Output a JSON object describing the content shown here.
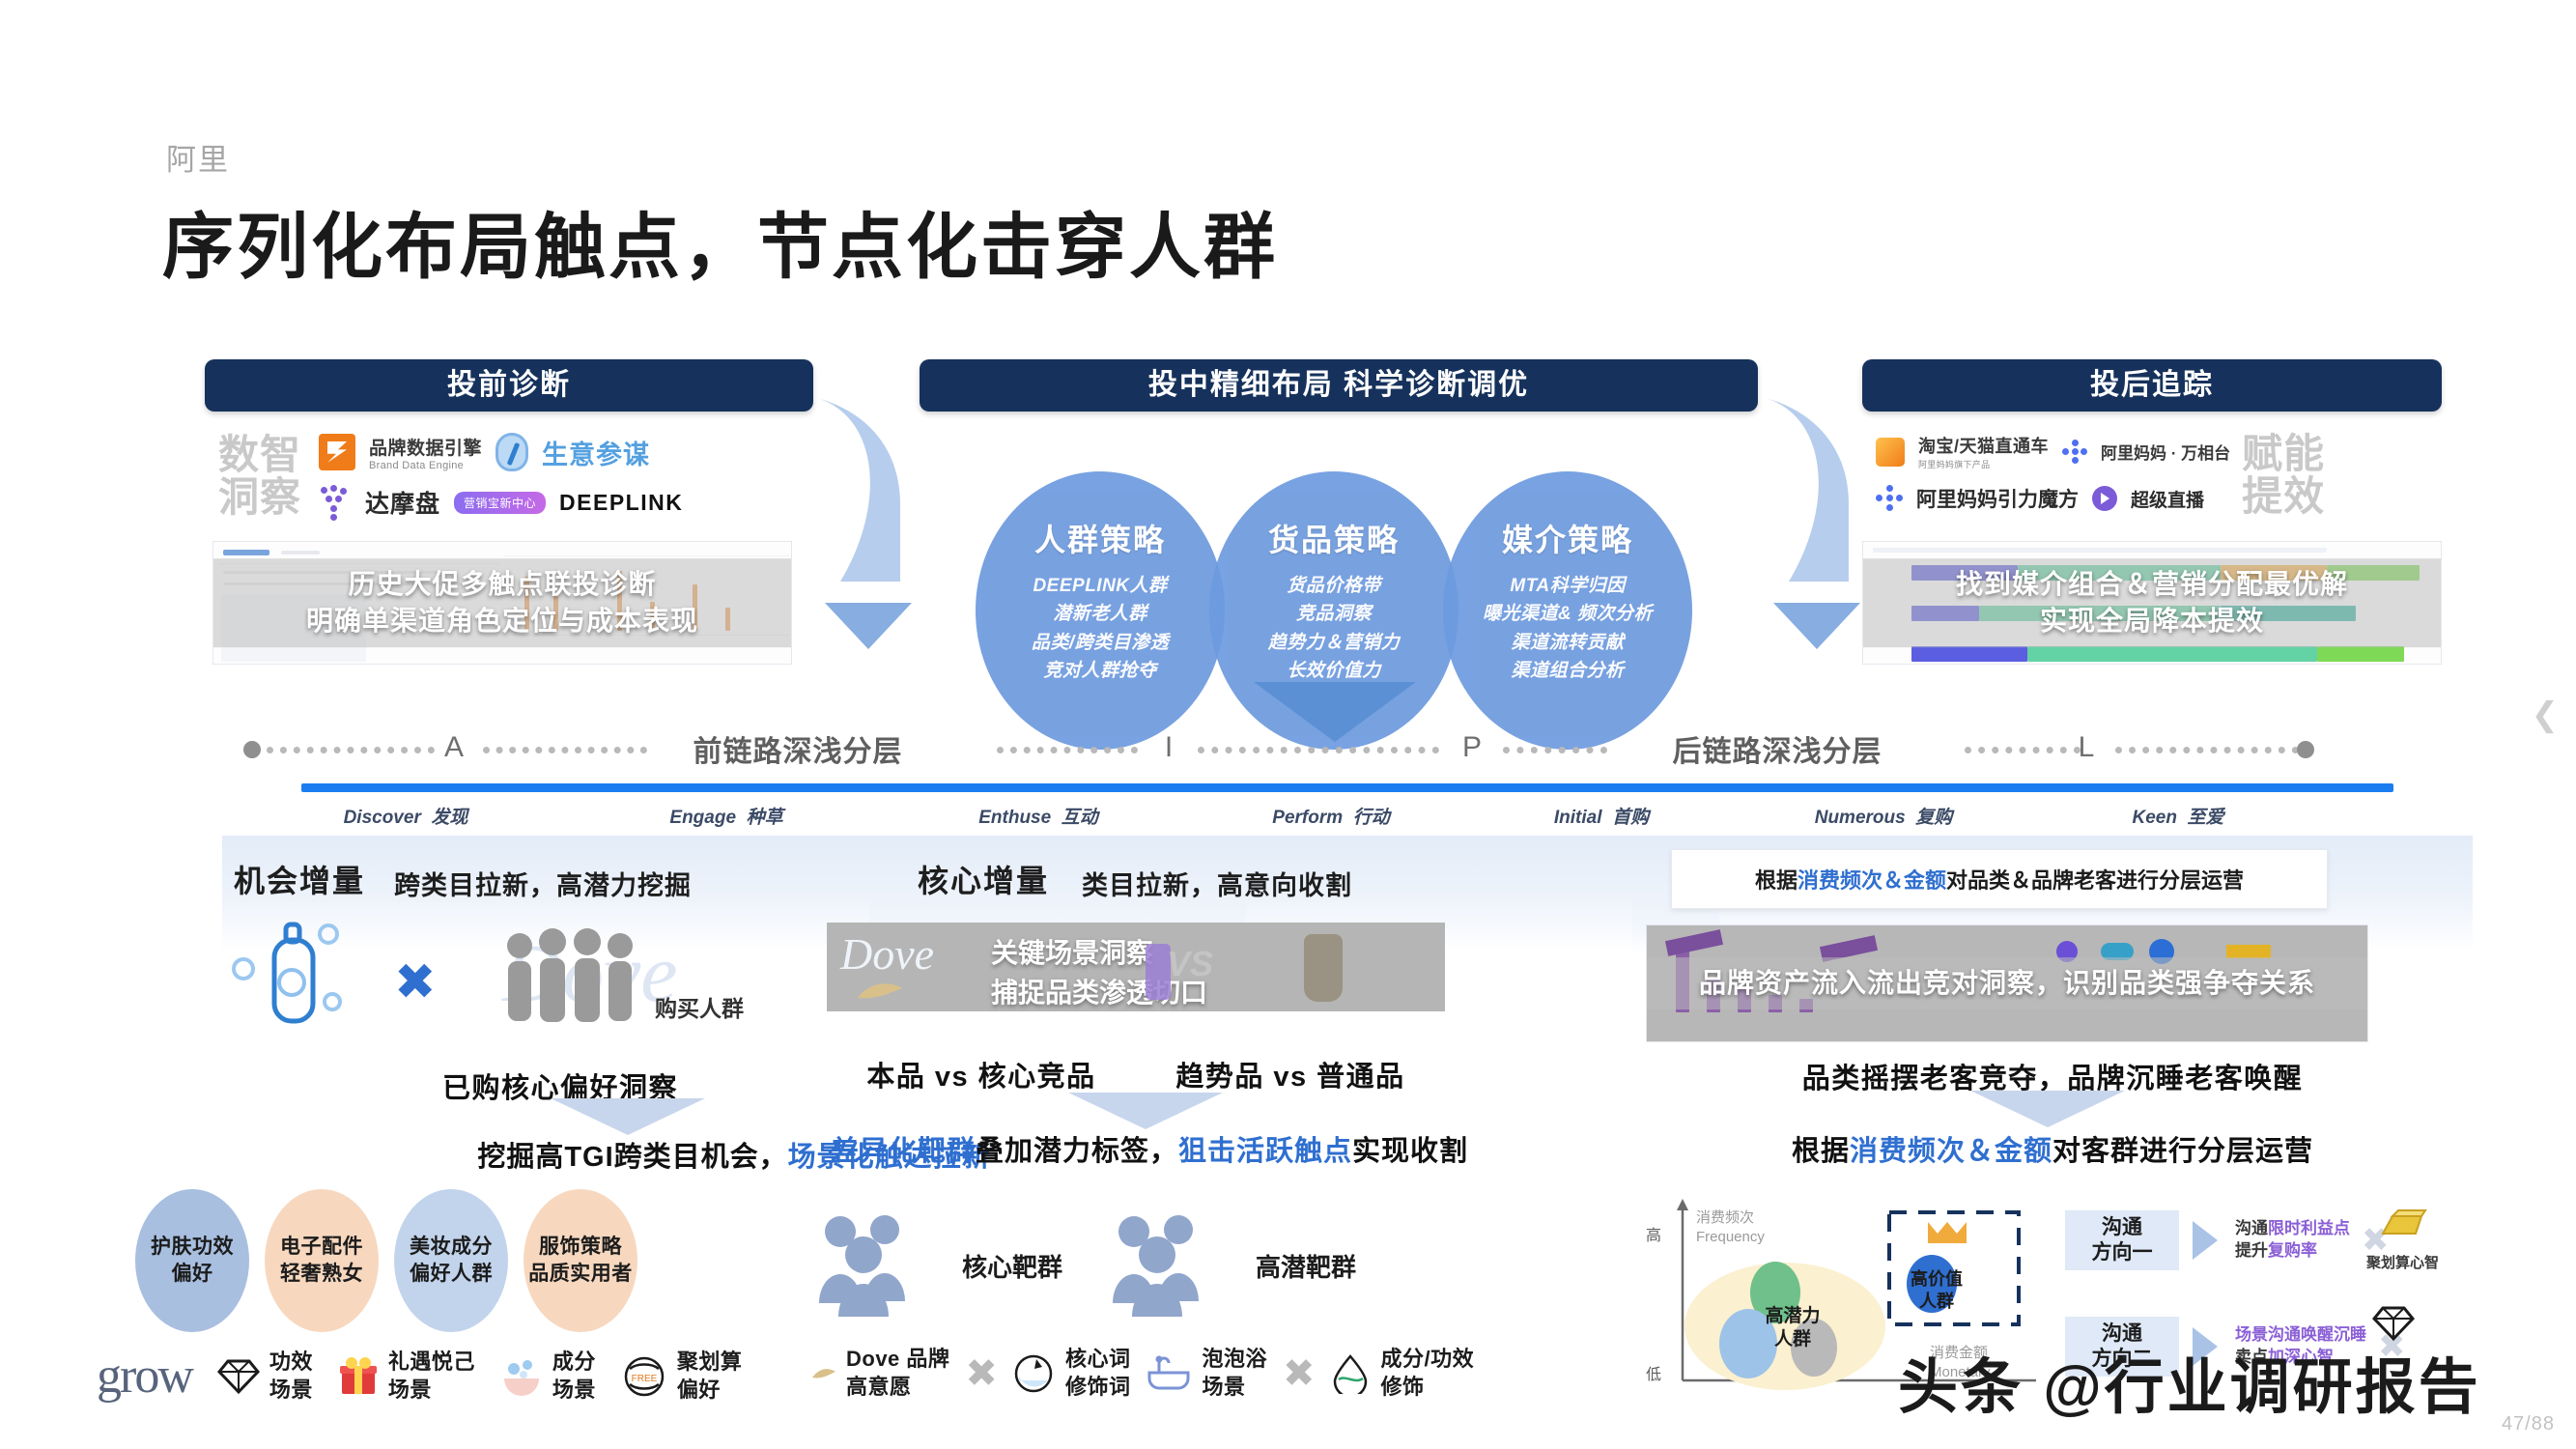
{
  "header": {
    "eyebrow": "阿里",
    "title": "序列化布局触点，节点化击穿人群"
  },
  "panels": {
    "left": {
      "head": "投前诊断",
      "ghost_line1": "数智",
      "ghost_line2": "洞察",
      "logos": [
        {
          "name": "品牌数据引擎",
          "sub": "Brand Data Engine"
        },
        {
          "name": "生意参谋",
          "sub": ""
        },
        {
          "name": "达摩盘",
          "sub": ""
        },
        {
          "name": "DEEPLINK",
          "sub": ""
        }
      ],
      "badge": "营销宝新中心",
      "overlay_line1": "历史大促多触点联投诊断",
      "overlay_line2": "明确单渠道角色定位与成本表现"
    },
    "middle": {
      "head": "投中精细布局 科学诊断调优",
      "circles": [
        {
          "title": "人群策略",
          "items": [
            "DEEPLINK人群",
            "潜新老人群",
            "品类/跨类目渗透",
            "竞对人群抢夺"
          ]
        },
        {
          "title": "货品策略",
          "items": [
            "货品价格带",
            "竞品洞察",
            "趋势力＆营销力",
            "长效价值力"
          ]
        },
        {
          "title": "媒介策略",
          "items": [
            "MTA科学归因",
            "曝光渠道& 频次分析",
            "渠道流转贡献",
            "渠道组合分析"
          ]
        }
      ]
    },
    "right": {
      "head": "投后追踪",
      "ghost_line1": "赋能",
      "ghost_line2": "提效",
      "logos": [
        {
          "name": "淘宝/天猫直通车",
          "sub": "阿里妈妈旗下产品"
        },
        {
          "name": "阿里妈妈 · 万相台",
          "sub": ""
        },
        {
          "name": "阿里妈妈引力魔方",
          "sub": ""
        },
        {
          "name": "超级直播",
          "sub": ""
        }
      ],
      "overlay_line1": "找到媒介组合＆营销分配最优解",
      "overlay_line2": "实现全局降本提效"
    }
  },
  "aipl": {
    "nodes": [
      "A",
      "I",
      "P",
      "L"
    ],
    "segment_labels": [
      "前链路深浅分层",
      "后链路深浅分层"
    ],
    "stages": [
      {
        "en": "Discover",
        "cn": "发现"
      },
      {
        "en": "Engage",
        "cn": "种草"
      },
      {
        "en": "Enthuse",
        "cn": "互动"
      },
      {
        "en": "Perform",
        "cn": "行动"
      },
      {
        "en": "Initial",
        "cn": "首购"
      },
      {
        "en": "Numerous",
        "cn": "复购"
      },
      {
        "en": "Keen",
        "cn": "至爱"
      }
    ]
  },
  "bottom": {
    "left": {
      "tag": "机会增量",
      "subtitle": "跨类目拉新，高潜力挖掘",
      "brand": "Dove",
      "group_label": "购买人群",
      "caption": "已购核心偏好洞察",
      "headline_plain1": "挖掘高TGI跨类目机会，",
      "headline_hl": "场景化触达拉新",
      "bubbles": [
        {
          "l1": "护肤功效",
          "l2": "偏好",
          "color": "blue"
        },
        {
          "l1": "电子配件",
          "l2": "轻奢熟女",
          "color": "peach"
        },
        {
          "l1": "美妆成分",
          "l2": "偏好人群",
          "color": "blue2"
        },
        {
          "l1": "服饰策略",
          "l2": "品质实用者",
          "color": "peach"
        }
      ],
      "icon_items": [
        {
          "icon": "diamond-icon",
          "l1": "功效",
          "l2": "场景"
        },
        {
          "icon": "gift-icon",
          "l1": "礼遇悦己",
          "l2": "场景"
        },
        {
          "icon": "bubbles-icon",
          "l1": "成分",
          "l2": "场景"
        },
        {
          "icon": "juhuasuan-icon",
          "l1": "聚划算",
          "l2": "偏好"
        }
      ],
      "brand_ghost": "grow"
    },
    "middle": {
      "tag": "核心增量",
      "subtitle": "类目拉新，高意向收割",
      "brand": "Dove",
      "banner_line1": "关键场景洞察",
      "banner_line2": "捕捉品类渗透切口",
      "vs_label": "VS",
      "caption_left": "本品 vs 核心竞品",
      "caption_right": "趋势品 vs 普通品",
      "headline_hl1": "差异化靶群",
      "headline_mid": "叠加潜力标签，",
      "headline_hl2": "狙击活跃触点",
      "headline_tail": "实现收割",
      "groups": [
        {
          "label": "核心靶群"
        },
        {
          "label": "高潜靶群"
        }
      ],
      "icon_items": [
        {
          "icon": "dove-icon",
          "l1": "Dove 品牌",
          "l2": "高意愿"
        },
        {
          "icon": "keyword-icon",
          "l1": "核心词",
          "l2": "修饰词"
        },
        {
          "icon": "bathtub-icon",
          "l1": "泡泡浴",
          "l2": "场景"
        },
        {
          "icon": "droplet-icon",
          "l1": "成分/功效",
          "l2": "修饰"
        }
      ]
    },
    "right": {
      "note_prefix": "根据",
      "note_hl1": "消费频次＆金额",
      "note_suffix": "对品类＆品牌老客进行分层运营",
      "overlay": "品牌资产流入流出竞对洞察，识别品类强争夺关系",
      "caption": "品类摇摆老客竞夺，品牌沉睡老客唤醒",
      "headline_prefix": "根据",
      "headline_hl": "消费频次＆金额",
      "headline_suffix": "对客群进行分层运营",
      "axis": {
        "y_high": "高",
        "y_low": "低",
        "y_label_cn": "消费频次",
        "y_label_en": "Frequency",
        "x_label_cn": "消费金额",
        "x_label_en": "Monetary"
      },
      "clusters": [
        {
          "label": "高价值人群"
        },
        {
          "label": "高潜力人群"
        }
      ],
      "directions": [
        {
          "title": "沟通\n方向一",
          "text_prefix": "沟通",
          "text_hl": "限时利益点",
          "text_line2_prefix": "提升",
          "text_line2_hl": "复购率"
        },
        {
          "title": "沟通\n方向二",
          "text_prefix": "",
          "text_hl": "场景沟通唤醒沉睡",
          "text_line2_prefix": "卖点",
          "text_line2_hl": "加深心智"
        }
      ],
      "right_icons": [
        {
          "icon": "gold-bar-icon",
          "label": "聚划算心智"
        },
        {
          "icon": "diamond-icon",
          "label": ""
        }
      ]
    }
  },
  "watermark": "头条 @行业调研报告",
  "page_number": "47/88",
  "colors": {
    "navy": "#16325c",
    "blue_bar": "#1a7df0",
    "ellipse": "#6d9ade",
    "accent_blue": "#2f6fd0",
    "orange": "#f07c19",
    "purple": "#7c5bd8"
  }
}
